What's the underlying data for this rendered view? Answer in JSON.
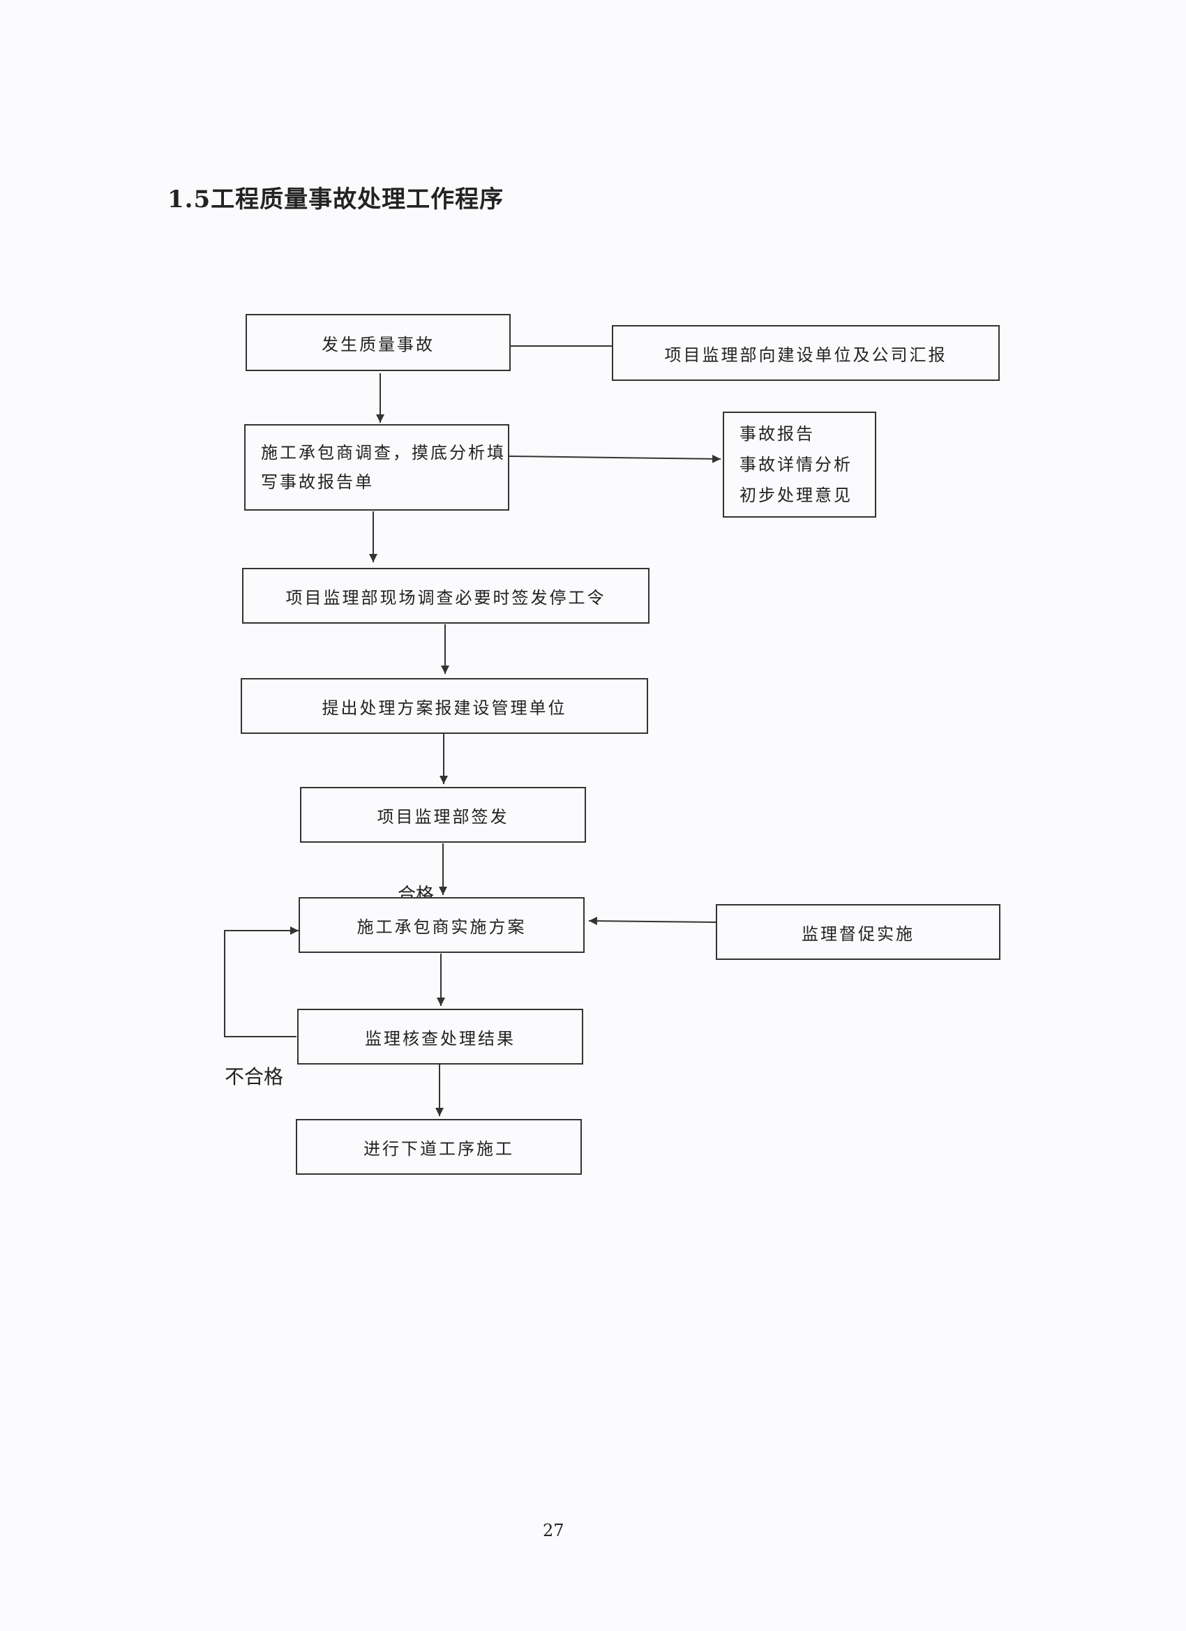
{
  "title": "1.5工程质量事故处理工作程序",
  "nodes": {
    "occur": "发生质量事故",
    "report_up": "项目监理部向建设单位及公司汇报",
    "investigate_line1": "施工承包商调查，摸底分析填",
    "investigate_line2": "写事故报告单",
    "report_items": [
      "事故报告",
      "事故详情分析",
      "初步处理意见"
    ],
    "site_check": "项目监理部现场调查必要时签发停工令",
    "proposal": "提出处理方案报建设管理单位",
    "issue": "项目监理部签发",
    "implement": "施工承包商实施方案",
    "supervise": "监理督促实施",
    "verify": "监理核查处理结果",
    "next": "进行下道工序施工"
  },
  "edge_labels": {
    "pass": "合格",
    "fail": "不合格"
  },
  "page_number": "27"
}
